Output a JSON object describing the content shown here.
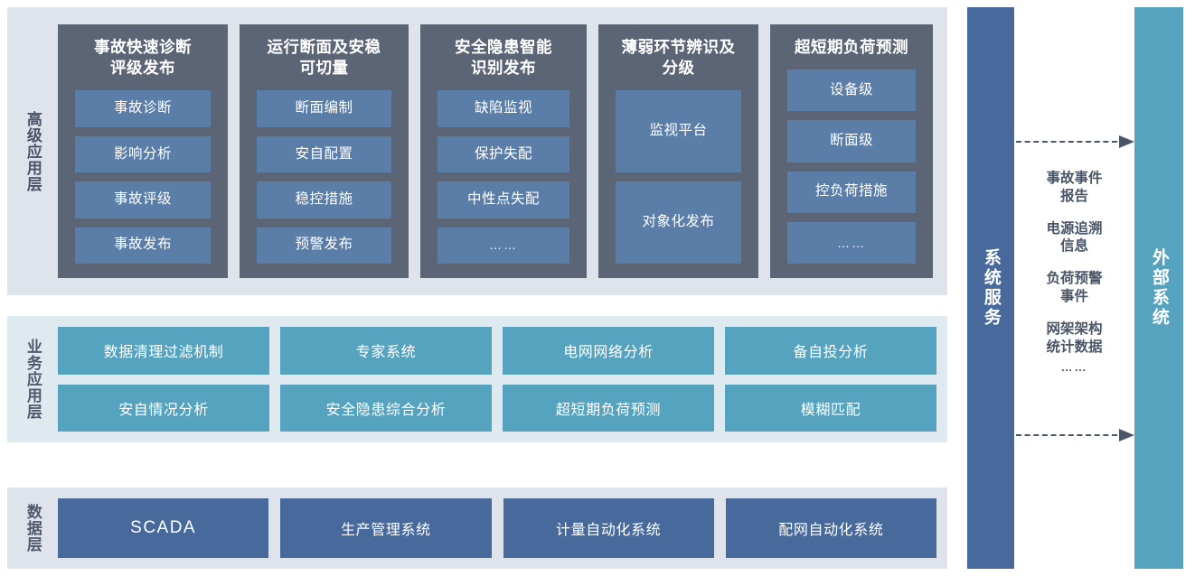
{
  "layers": [
    {
      "id": "advanced-application-layer",
      "label": "高级应用层",
      "cards": [
        {
          "title": "事故快速诊断\n评级发布",
          "items": [
            "事故诊断",
            "影响分析",
            "事故评级",
            "事故发布"
          ]
        },
        {
          "title": "运行断面及安稳\n可切量",
          "items": [
            "断面编制",
            "安自配置",
            "稳控措施",
            "预警发布"
          ]
        },
        {
          "title": "安全隐患智能\n识别发布",
          "items": [
            "缺陷监视",
            "保护失配",
            "中性点失配",
            "……"
          ]
        },
        {
          "title": "薄弱环节辨识及\n分级",
          "items": [
            "监视平台",
            "对象化发布"
          ]
        },
        {
          "title": "超短期负荷预测",
          "items": [
            "设备级",
            "断面级",
            "控负荷措施",
            "……"
          ]
        }
      ]
    },
    {
      "id": "business-application-layer",
      "label": "业务应用层",
      "rows": [
        [
          "数据清理过滤机制",
          "专家系统",
          "电网网络分析",
          "备自投分析"
        ],
        [
          "安自情况分析",
          "安全隐患综合分析",
          "超短期负荷预测",
          "模糊匹配"
        ]
      ]
    },
    {
      "id": "data-layer",
      "label": "数据层",
      "tiles": [
        "SCADA",
        "生产管理系统",
        "计量自动化系统",
        "配网自动化系统"
      ]
    }
  ],
  "right": {
    "system_service": "系统服务",
    "external_system": "外部系统",
    "flow_labels": [
      "事故事件\n报告",
      "电源追溯\n信息",
      "负荷预警\n事件",
      "网架架构\n统计数据",
      "……"
    ]
  },
  "colors": {
    "band_advanced_bg": "#dfe3ec",
    "band_business_bg": "#dfeaf0",
    "band_data_bg": "#dfe3ec",
    "app_card": "#5c6575",
    "app_item": "#5b7ea9",
    "business_tile": "#55a3be",
    "data_tile": "#47699b",
    "system_service_col": "#47699b",
    "external_system_col": "#55a3be",
    "label_text": "#4a5568",
    "arrow": "#4a5568"
  }
}
